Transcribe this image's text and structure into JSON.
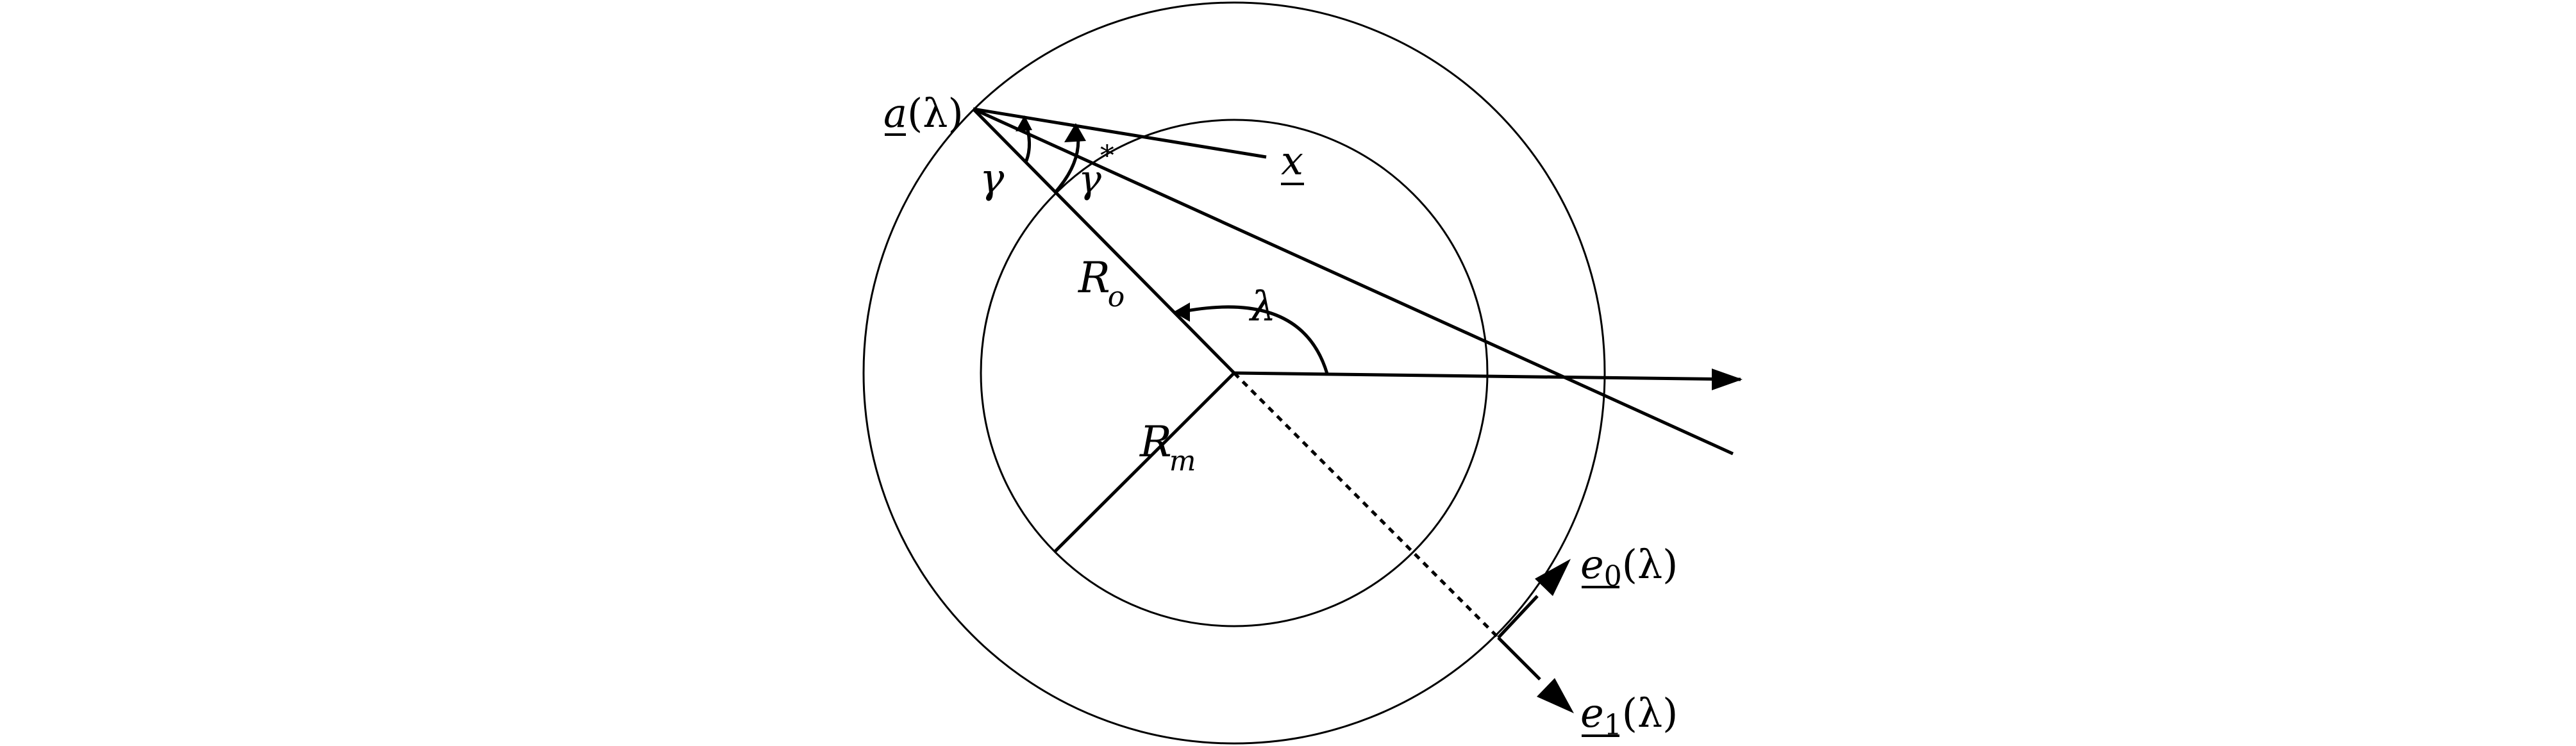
{
  "labels": {
    "a_lambda": {
      "main": "a",
      "rest": "(λ)"
    },
    "x": "x",
    "gamma": "γ",
    "gamma_star": {
      "main": "γ",
      "sup": "*"
    },
    "lambda": "λ",
    "R_o": {
      "main": "R",
      "sub": "o"
    },
    "R_m": {
      "main": "R",
      "sub": "m"
    },
    "e0": {
      "main": "e",
      "sub": "0",
      "rest": "(λ)"
    },
    "e1": {
      "main": "e",
      "sub": "1",
      "rest": "(λ)"
    }
  },
  "colors": {
    "ink": "#000000",
    "background": "#ffffff"
  }
}
